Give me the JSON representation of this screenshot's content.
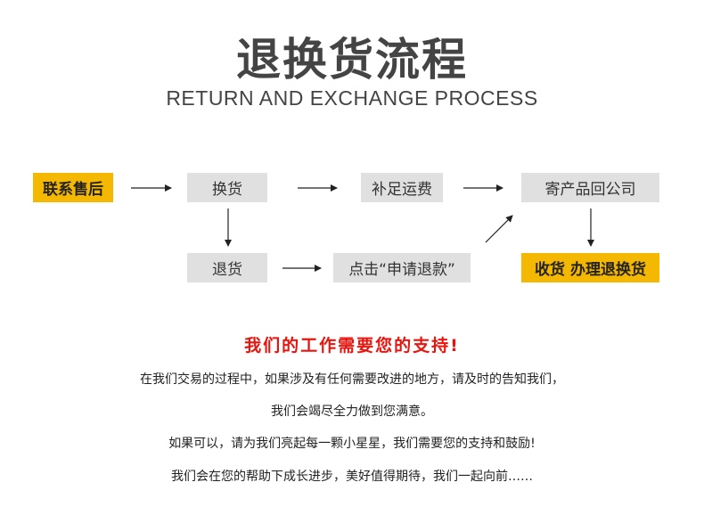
{
  "title": "退换货流程",
  "subtitle": "RETURN AND EXCHANGE PROCESS",
  "flow": {
    "step_contact": "联系售后",
    "step_exchange": "换货",
    "step_shipping": "补足运费",
    "step_send_back": "寄产品回公司",
    "step_return": "退货",
    "step_click_apply": "点击“申请退款”",
    "step_receive": "收货 办理退换货"
  },
  "colors": {
    "highlight": "#f5b800",
    "box": "#e0e0e0",
    "slogan": "#e8150f"
  },
  "message": {
    "slogan": "我们的工作需要您的支持!",
    "line1": "在我们交易的过程中，如果涉及有任何需要改进的地方，请及时的告知我们，",
    "line2": "我们会竭尽全力做到您满意。",
    "line3": "如果可以，请为我们亮起每一颗小星星，我们需要您的支持和鼓励!",
    "line4": "我们会在您的帮助下成长进步，美好值得期待，我们一起向前……"
  }
}
